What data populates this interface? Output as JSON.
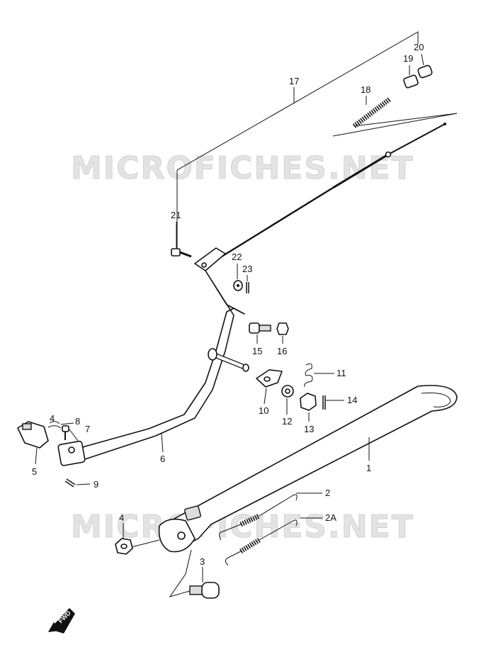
{
  "watermark": {
    "top": "MICROFICHES.NET",
    "bottom": "MICROFICHES.NET"
  },
  "fwd_label": "FWD",
  "callouts": {
    "p1": "1",
    "p2": "2",
    "p2a": "2A",
    "p3": "3",
    "p4a": "4",
    "p4b": "4",
    "p5": "5",
    "p6": "6",
    "p7": "7",
    "p8": "8",
    "p9": "9",
    "p10": "10",
    "p11": "11",
    "p12": "12",
    "p13": "13",
    "p14": "14",
    "p15": "15",
    "p16": "16",
    "p17": "17",
    "p18": "18",
    "p19": "19",
    "p20": "20",
    "p21": "21",
    "p22": "22",
    "p23": "23"
  }
}
